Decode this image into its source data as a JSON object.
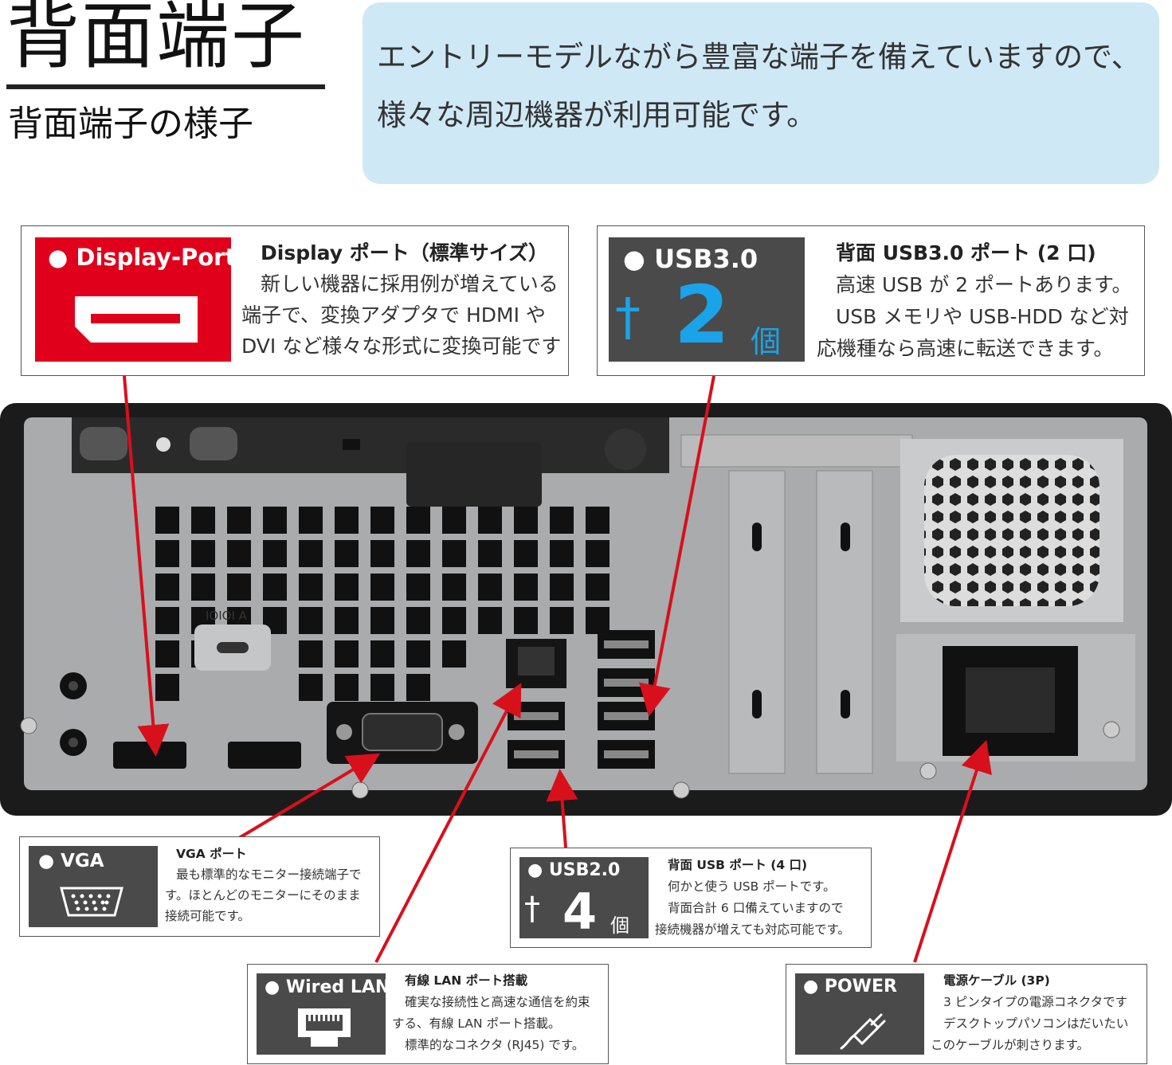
{
  "header": {
    "title": "背面端子",
    "subtitle": "背面端子の様子",
    "intro_line1": "エントリーモデルながら豊富な端子を備えていますので、",
    "intro_line2": "様々な周辺機器が利用可能です。"
  },
  "displayport": {
    "badge": "● Display-Port",
    "heading": "Display ポート（標準サイズ）",
    "lines": [
      "新しい機器に採用例が増えている",
      "端子で、変換アダプタで HDMI や",
      "DVI など様々な形式に変換可能です"
    ]
  },
  "usb3": {
    "badge": "● USB3.0",
    "count": "2",
    "unit": "個",
    "heading": "背面 USB3.0 ポート (2 口)",
    "lines": [
      "高速 USB が 2 ポートあります。",
      "USB メモリや USB-HDD など対",
      "応機種なら高速に転送できます。"
    ]
  },
  "vga": {
    "badge": "● VGA",
    "heading": "VGA ポート",
    "lines": [
      "最も標準的なモニター接続端子で",
      "す。ほとんどのモニターにそのまま",
      "接続可能です。"
    ]
  },
  "usb2": {
    "badge": "● USB2.0",
    "count": "4",
    "unit": "個",
    "heading": "背面 USB ポート (4 口)",
    "lines": [
      "何かと使う USB ポートです。",
      "背面合計 6 口備えていますので",
      "接続機器が増えても対応可能です。"
    ]
  },
  "lan": {
    "badge": "● Wired LAN",
    "heading": "有線 LAN ポート搭載",
    "lines": [
      "確実な接続性と高速な通信を約束",
      "する、有線 LAN ポート搭載。",
      "標準的なコネクタ (RJ45) です。"
    ]
  },
  "power": {
    "badge": "● POWER",
    "heading": "電源ケーブル (3P)",
    "lines": [
      "3 ピンタイプの電源コネクタです",
      "デスクトップパソコンはだいたい",
      "このケーブルが刺さります。"
    ]
  },
  "pc_label": "IOIOI A",
  "colors": {
    "accent_red": "#e0001b",
    "tile_gray": "#4a4a4a",
    "usb_blue": "#1aa3e8",
    "intro_bg": "#cfe8f6",
    "arrow_red": "#d8101c"
  }
}
